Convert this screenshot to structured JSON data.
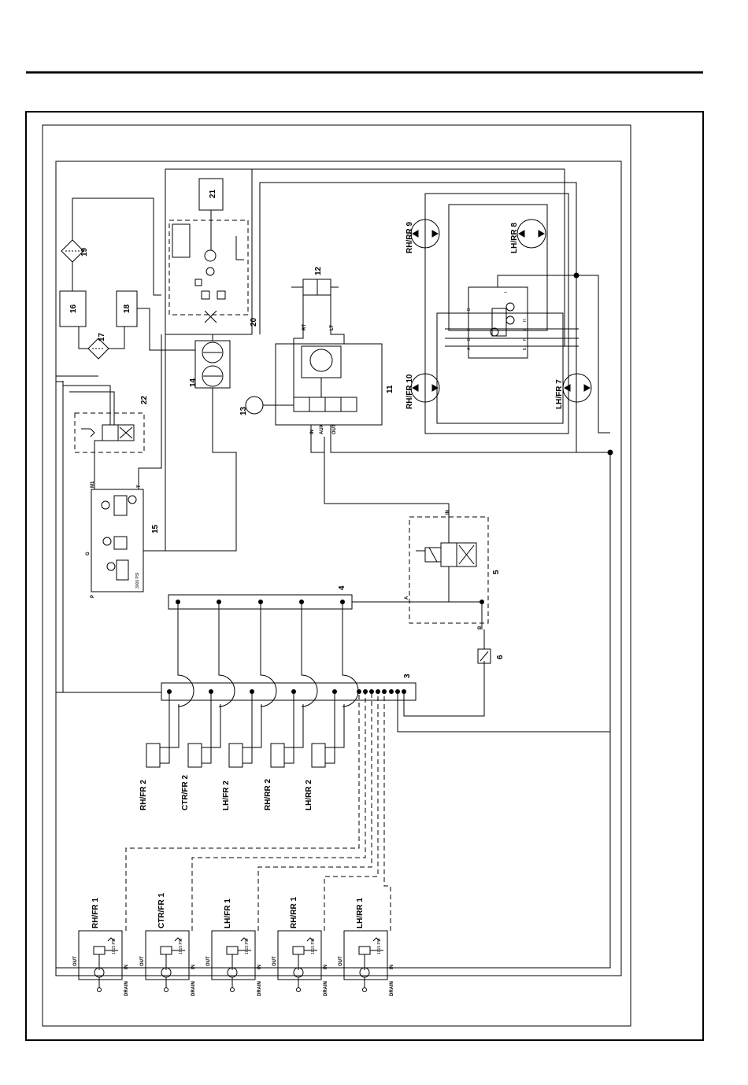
{
  "components": {
    "c1_rhfr": "RH/FR 1",
    "c1_ctrfr": "CTR/FR 1",
    "c1_lhfr": "LH/FR 1",
    "c1_rhrr": "RH/RR 1",
    "c1_lhrr": "LH/RR 1",
    "c2_rhfr": "RH/FR 2",
    "c2_ctrfr": "CTR/FR 2",
    "c2_lhfr": "LH/FR 2",
    "c2_rhrr": "RH/RR 2",
    "c2_lhrr": "LH/RR 2",
    "n3": "3",
    "n4": "4",
    "n5": "5",
    "n6": "6",
    "c7": "LH/FR 7",
    "c8": "LH/RR 8",
    "c9": "RH/RR 9",
    "c10": "RH/FR 10",
    "n11": "11",
    "n12": "12",
    "n13": "13",
    "n14": "14",
    "n15": "15",
    "n16": "16",
    "n17": "17",
    "n18": "18",
    "n19": "19",
    "n20": "20",
    "n21": "21",
    "n22": "22"
  },
  "labels": {
    "out": "OUT",
    "in": "IN",
    "drain": "DRAIN",
    "psi_valve": "1015 PSI",
    "valve11_in": "IN",
    "valve11_aux": "AUX",
    "valve11_out": "OUT",
    "rt": "RT",
    "lt": "LT",
    "port_a": "A",
    "port_b": "B",
    "m1": "M1",
    "p15_g": "G",
    "p15_p": "P",
    "p15_t": "T",
    "p15_psi": "3000 PSI",
    "mv_ports": [
      "A",
      "B",
      "C",
      "D",
      "E",
      "F",
      "G",
      "H",
      "I"
    ]
  },
  "colors": {
    "line": "#000000",
    "background": "#ffffff"
  }
}
